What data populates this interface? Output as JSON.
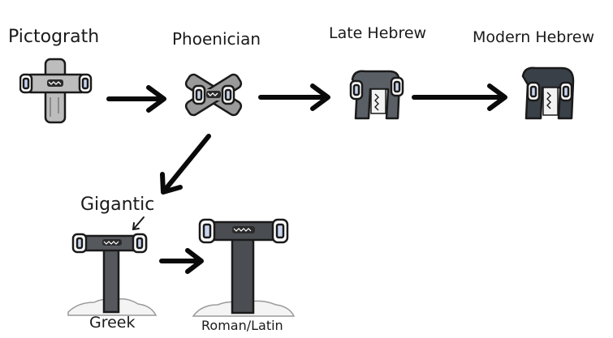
{
  "labels": {
    "pictograph": "Pictograth",
    "phoenician": "Phoenician",
    "late_hebrew": "Late Hebrew",
    "modern_hebrew": "Modern Hebrew",
    "gigantic": "Gigantic",
    "greek": "Greek",
    "roman_latin": "Roman/Latin"
  },
  "colors": {
    "outline": "#1a1a1a",
    "pictograph_fill": "#bdbdbd",
    "phoenician_fill": "#9a9a9a",
    "late_hebrew_fill": "#5a5f66",
    "modern_hebrew_fill": "#3a4048",
    "greek_fill": "#55585d",
    "latin_fill": "#4a4d52",
    "eye_fill": "#c9d4ee",
    "arrow": "#0a0a0a"
  }
}
